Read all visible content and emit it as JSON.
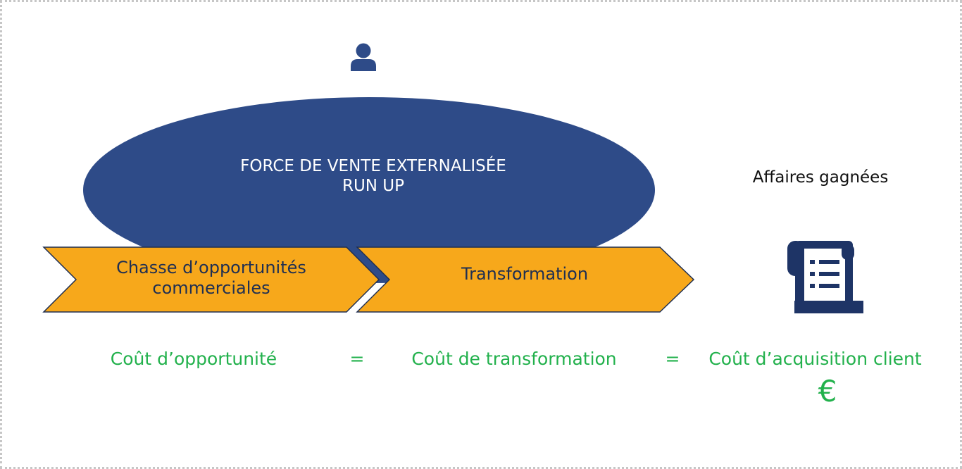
{
  "colors": {
    "navy": "#2e4b88",
    "icon_navy": "#1e3466",
    "arrow_orange": "#f7a81b",
    "arrow_stroke": "#1f2f52",
    "cost_green": "#22b14c"
  },
  "icons": {
    "top": "person-icon",
    "right": "invoice-scroll-icon"
  },
  "ellipse": {
    "line1": "FORCE DE VENTE EXTERNALISÉE",
    "line2": "RUN UP"
  },
  "steps": [
    {
      "line1": "Chasse d’opportunités",
      "line2": "commerciales"
    },
    {
      "line1": "Transformation"
    }
  ],
  "outcome": {
    "label": "Affaires gagnées"
  },
  "costs": {
    "opportunity": "Coût d’opportunité",
    "equals_1": "=",
    "transformation": "Coût de transformation",
    "equals_2": "=",
    "acquisition": "Coût d’acquisition client",
    "currency": "€"
  }
}
